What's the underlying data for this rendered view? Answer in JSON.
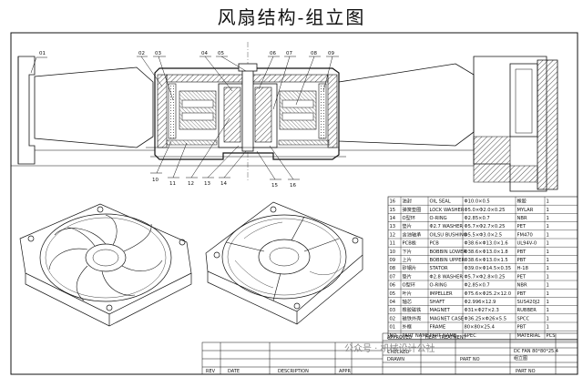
{
  "title": "风扇结构-组立图",
  "callouts_top": [
    "01",
    "02",
    "03",
    "04",
    "05",
    "06",
    "07",
    "08",
    "09"
  ],
  "callouts_bottom": [
    "10",
    "11",
    "12",
    "13",
    "14",
    "15",
    "16"
  ],
  "bom": [
    [
      "16",
      "油封",
      "OIL SEAL",
      "Φ10.0×0.5",
      "橡胶",
      "1"
    ],
    [
      "15",
      "弹簧垫圈",
      "LOCK WASHER",
      "Φ5.0×Φ2.0×0.25",
      "MYLAR",
      "1"
    ],
    [
      "14",
      "O型环",
      "O-RING",
      "Φ2.85×0.7",
      "NBR",
      "1"
    ],
    [
      "13",
      "垫片",
      "Φ2.7 WASHER",
      "Φ5.7×Φ2.7×0.25",
      "PET",
      "1"
    ],
    [
      "12",
      "含油轴承",
      "OILSU BUSHING",
      "Φ5.5×Φ3.0×2.5",
      "FM470",
      "1"
    ],
    [
      "11",
      "PCB板",
      "PCB",
      "Φ38.6×Φ13.0×1.6",
      "UL94V-0",
      "1"
    ],
    [
      "10",
      "下片",
      "BOBBIN LOWER",
      "Φ38.6×Φ13.0×1.8",
      "PBT",
      "1"
    ],
    [
      "09",
      "上片",
      "BOBBIN UPPER",
      "Φ38.6×Φ13.0×1.5",
      "PBT",
      "1"
    ],
    [
      "08",
      "矽钢片",
      "STATOR",
      "Φ39.0×Φ14.5×0.35",
      "H-18",
      "1"
    ],
    [
      "07",
      "垫片",
      "Φ2.8 WASHER",
      "Φ5.7×Φ2.8×0.25",
      "PET",
      "1"
    ],
    [
      "06",
      "O型环",
      "O-RING",
      "Φ2.85×0.7",
      "NBR",
      "1"
    ],
    [
      "05",
      "叶片",
      "IMPELLER",
      "Φ75.6×Φ25.2×12.0",
      "PBT",
      "1"
    ],
    [
      "04",
      "轴芯",
      "SHAFT",
      "Φ2.996×12.9",
      "SUS420J2",
      "1"
    ],
    [
      "03",
      "橡胶磁铁",
      "MAGNET",
      "Φ31×Φ27×2.3",
      "RUBBER",
      "1"
    ],
    [
      "02",
      "磁铁外壳",
      "MAGNET CASE",
      "Φ36.25×Φ26×5.5",
      "SPCC",
      "1"
    ],
    [
      "01",
      "外框",
      "FRAME",
      "80×80×25.4",
      "PBT",
      "1"
    ]
  ],
  "bom_header": [
    "NO",
    "PART NAME",
    "PART NAME",
    "SPEC",
    "MATERIAL",
    "PCS"
  ],
  "title_block": {
    "approved": "APPROVED",
    "heat_treatment": "HEAT TREATMENT",
    "checked": "CHECKED",
    "drawn": "DRAWN",
    "name": "DC FAN 80*80*25.4",
    "drawing_name": "组立图",
    "part_no": "PART NO",
    "cols": [
      "REV",
      "DATE",
      "DESCRIPTION",
      "APPR"
    ],
    "bottom_right": "PART NO"
  },
  "watermark": "公众号 · 机械设计公社"
}
